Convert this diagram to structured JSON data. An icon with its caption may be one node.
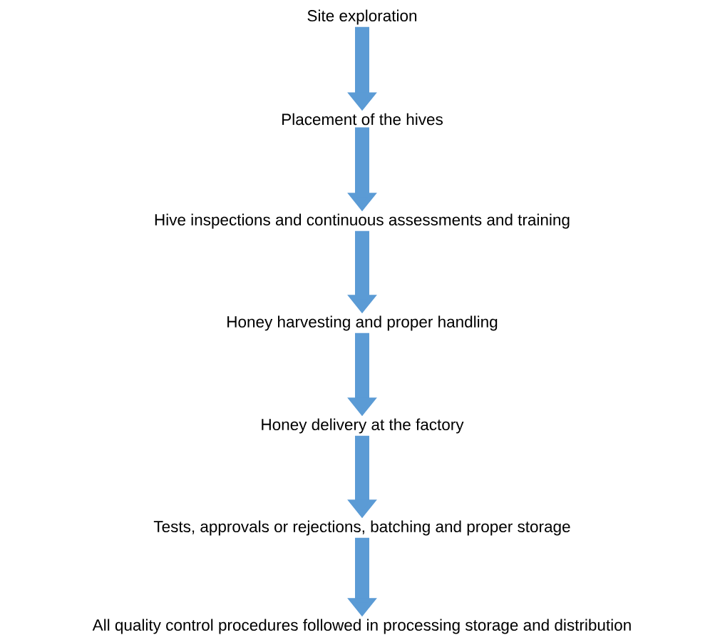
{
  "diagram": {
    "nodes": [
      {
        "text": [
          "Site exploration"
        ]
      },
      {
        "text": [
          "Placement of the hives"
        ]
      },
      {
        "text": [
          "Hive inspections and continuous assessments and training"
        ]
      },
      {
        "text": [
          "Honey harvesting and proper handling"
        ]
      },
      {
        "text": [
          "Honey delivery at the factory"
        ]
      },
      {
        "text": [
          "Tests, approvals or rejections, batching and proper storage"
        ]
      },
      {
        "text": [
          "All quality control procedures followed in processing storage and distribution"
        ]
      }
    ],
    "edges": [
      {
        "from": 0,
        "to": 1,
        "arrow": "to"
      },
      {
        "from": 1,
        "to": 2,
        "arrow": "to"
      },
      {
        "from": 2,
        "to": 3,
        "arrow": "to"
      },
      {
        "from": 3,
        "to": 4,
        "arrow": "to"
      },
      {
        "from": 4,
        "to": 5,
        "arrow": "to"
      },
      {
        "from": 5,
        "to": 6,
        "arrow": "to"
      }
    ]
  }
}
